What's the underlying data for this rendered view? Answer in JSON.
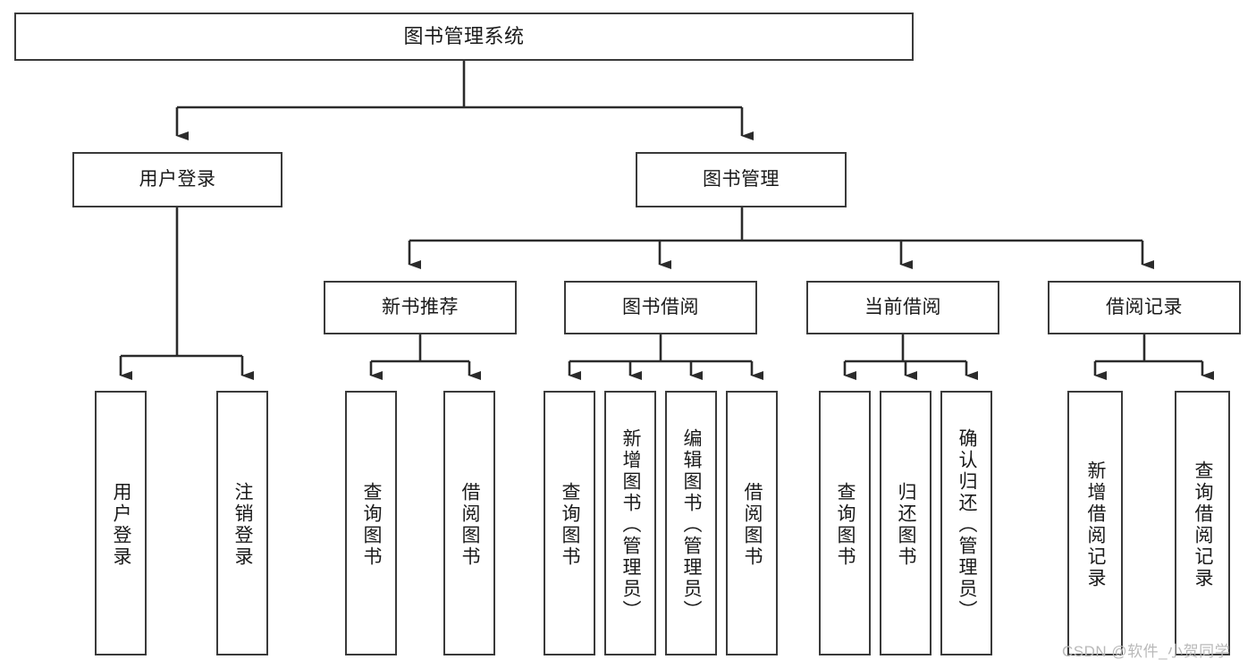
{
  "diagram": {
    "type": "tree-hierarchy",
    "title": "图书管理系统",
    "root": {
      "label": "图书管理系统"
    },
    "level2": [
      {
        "label": "用户登录"
      },
      {
        "label": "图书管理"
      }
    ],
    "level3": [
      {
        "label": "新书推荐"
      },
      {
        "label": "图书借阅"
      },
      {
        "label": "当前借阅"
      },
      {
        "label": "借阅记录"
      }
    ],
    "leaves": {
      "user_login": [
        {
          "label": "用户登录"
        },
        {
          "label": "注销登录"
        }
      ],
      "new_book_recommend": [
        {
          "label": "查询图书"
        },
        {
          "label": "借阅图书"
        }
      ],
      "book_borrow": [
        {
          "label": "查询图书"
        },
        {
          "label": "新增图书（管理员）"
        },
        {
          "label": "编辑图书（管理员）"
        },
        {
          "label": "借阅图书"
        }
      ],
      "current_borrow": [
        {
          "label": "查询图书"
        },
        {
          "label": "归还图书"
        },
        {
          "label": "确认归还（管理员）"
        }
      ],
      "borrow_record": [
        {
          "label": "新增借阅记录"
        },
        {
          "label": "查询借阅记录"
        }
      ]
    }
  },
  "watermark": {
    "text": "CSDN @软件_小贺同学"
  },
  "colors": {
    "box_border": "#3a3a3a",
    "box_fill": "#ffffff",
    "connector": "#2b2b2b",
    "text": "#1a1a1a",
    "watermark": "#b9b9b9"
  }
}
